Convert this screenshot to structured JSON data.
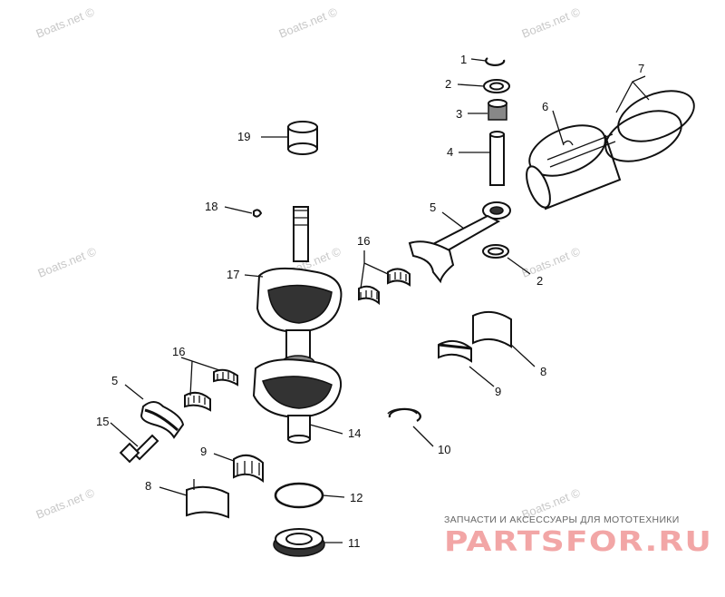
{
  "watermarks": [
    "Boats.net ©",
    "Boats.net ©",
    "Boats.net ©",
    "Boats.net ©",
    "Boats.net ©",
    "Boats.net ©",
    "Boats.net ©",
    "Boats.net ©"
  ],
  "callouts": {
    "c1": "1",
    "c2a": "2",
    "c3": "3",
    "c4": "4",
    "c5a": "5",
    "c6": "6",
    "c7": "7",
    "c2b": "2",
    "c19": "19",
    "c18": "18",
    "c16a": "16",
    "c17": "17",
    "c8a": "8",
    "c9a": "9",
    "c16b": "16",
    "c5b": "5",
    "c15": "15",
    "c14": "14",
    "c10": "10",
    "c9b": "9",
    "c8b": "8",
    "c12": "12",
    "c11": "11"
  },
  "branding": {
    "caption": "ЗАПЧАСТИ И АКСЕССУАРЫ ДЛЯ МОТОТЕХНИКИ",
    "logo": "PARTSFOR.RU"
  },
  "colors": {
    "ink": "#111111",
    "watermark": "#c8c8c8",
    "brand": "#f2a6a6"
  }
}
